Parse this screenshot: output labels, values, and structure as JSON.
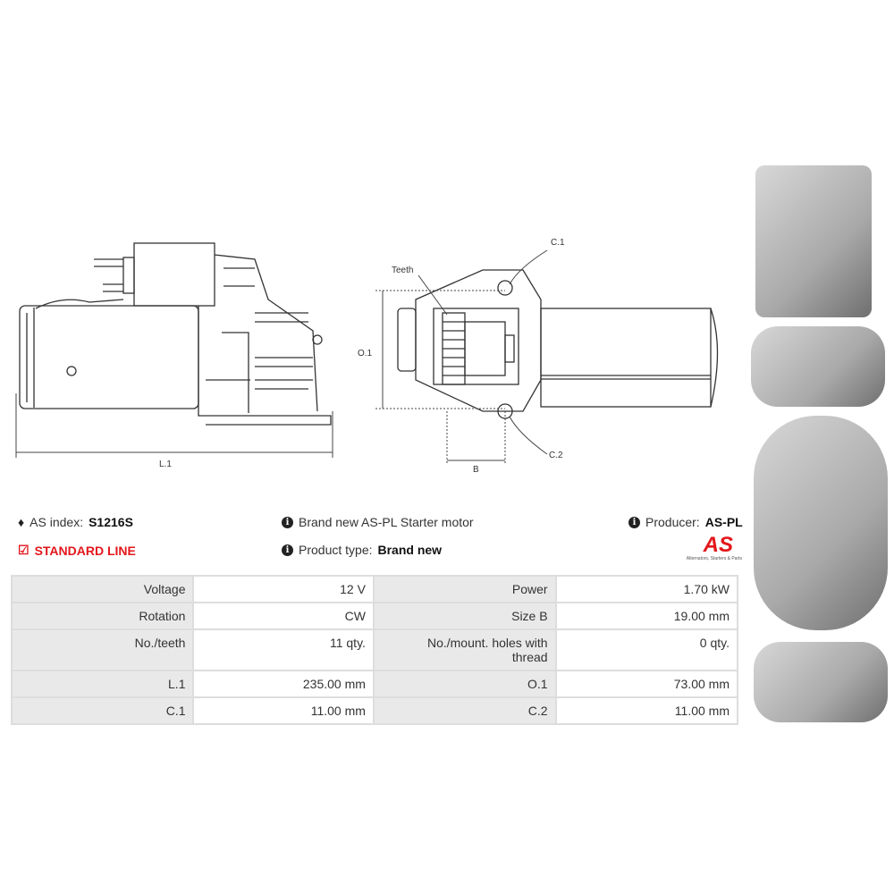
{
  "drawing": {
    "length_label": "L.1",
    "teeth_label": "Teeth",
    "o1_label": "O.1",
    "c1_label": "C.1",
    "c2_label": "C.2",
    "b_label": "B"
  },
  "info": {
    "as_index_label": "AS index:",
    "as_index_value": "S1216S",
    "line": "STANDARD LINE",
    "description": "Brand new AS-PL Starter motor",
    "product_type_label": "Product type:",
    "product_type_value": "Brand new",
    "producer_label": "Producer:",
    "producer_value": "AS-PL",
    "logo_text": "AS",
    "logo_tagline": "Alternators, Starters & Parts"
  },
  "colors": {
    "accent_red": "#e3161b",
    "key_bg": "#e9e9e9",
    "border": "#dddddd"
  },
  "specs": [
    [
      "Voltage",
      "12 V",
      "Power",
      "1.70 kW"
    ],
    [
      "Rotation",
      "CW",
      "Size B",
      "19.00 mm"
    ],
    [
      "No./teeth",
      "11 qty.",
      "No./mount. holes with thread",
      "0 qty."
    ],
    [
      "L.1",
      "235.00 mm",
      "O.1",
      "73.00 mm"
    ],
    [
      "C.1",
      "11.00 mm",
      "C.2",
      "11.00 mm"
    ]
  ]
}
